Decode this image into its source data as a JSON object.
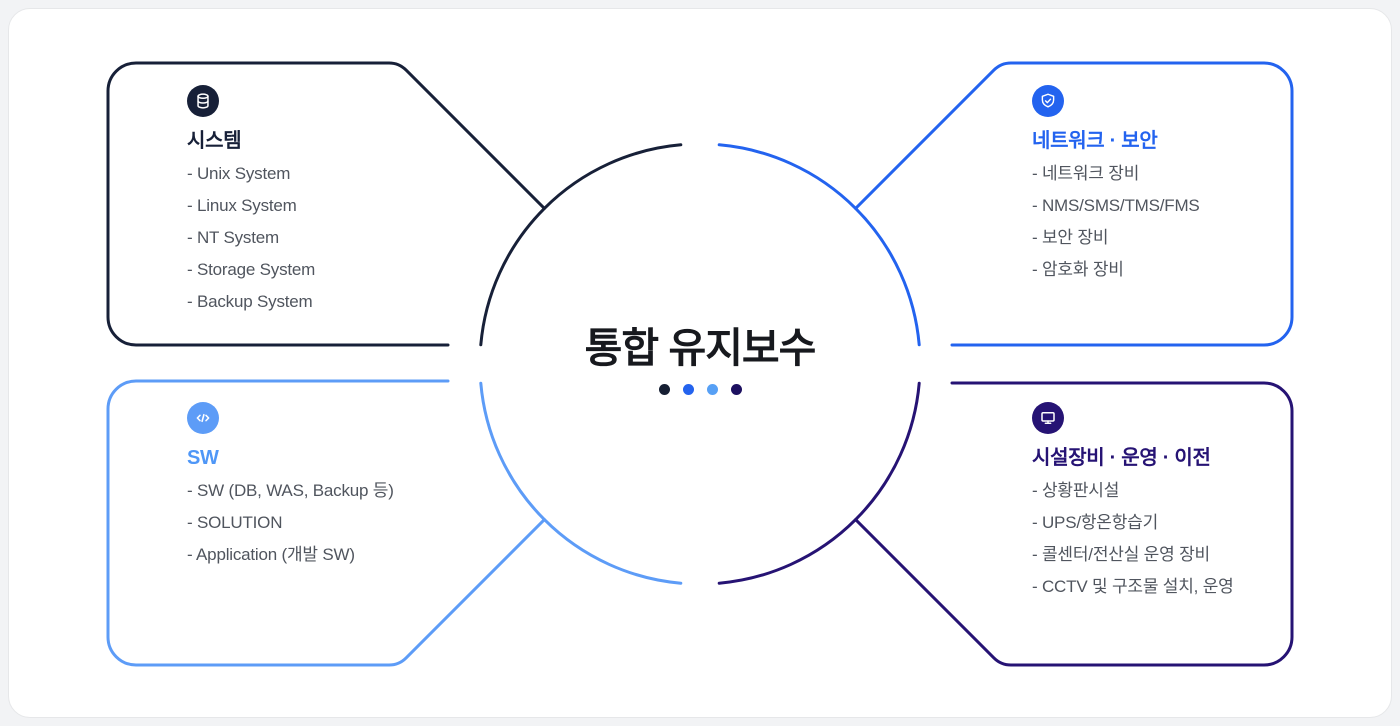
{
  "center": {
    "title": "통합 유지보수"
  },
  "boxes": [
    {
      "id": "system",
      "title": "시스템",
      "icon": "database-icon",
      "accent": "#172038",
      "items": [
        "- Unix System",
        "- Linux System",
        "- NT System",
        "- Storage System",
        "- Backup System"
      ]
    },
    {
      "id": "network-security",
      "title": "네트워크 · 보안",
      "icon": "shield-check-icon",
      "accent": "#2363ef",
      "items": [
        "- 네트워크 장비",
        "- NMS/SMS/TMS/FMS",
        "- 보안 장비",
        "- 암호화 장비"
      ]
    },
    {
      "id": "sw",
      "title": "SW",
      "icon": "code-icon",
      "accent": "#5d9cf7",
      "items": [
        "- SW (DB, WAS, Backup 등)",
        "- SOLUTION",
        "- Application (개발 SW)"
      ]
    },
    {
      "id": "facility-operation-relocation",
      "title": "시설장비 · 운영 · 이전",
      "icon": "monitor-icon",
      "accent": "#261374",
      "items": [
        "- 상황판시설",
        "- UPS/항온항습기",
        "- 콜센터/전산실 운영 장비",
        "- CCTV 및 구조물 설치, 운영"
      ]
    }
  ],
  "dot_colors": [
    "#161f33",
    "#2463ee",
    "#57a0f5",
    "#1d1060"
  ],
  "palette": {
    "page_background": "#f2f3f5",
    "card_background": "#ffffff",
    "item_text": "#50555e",
    "center_text": "#17191e"
  }
}
